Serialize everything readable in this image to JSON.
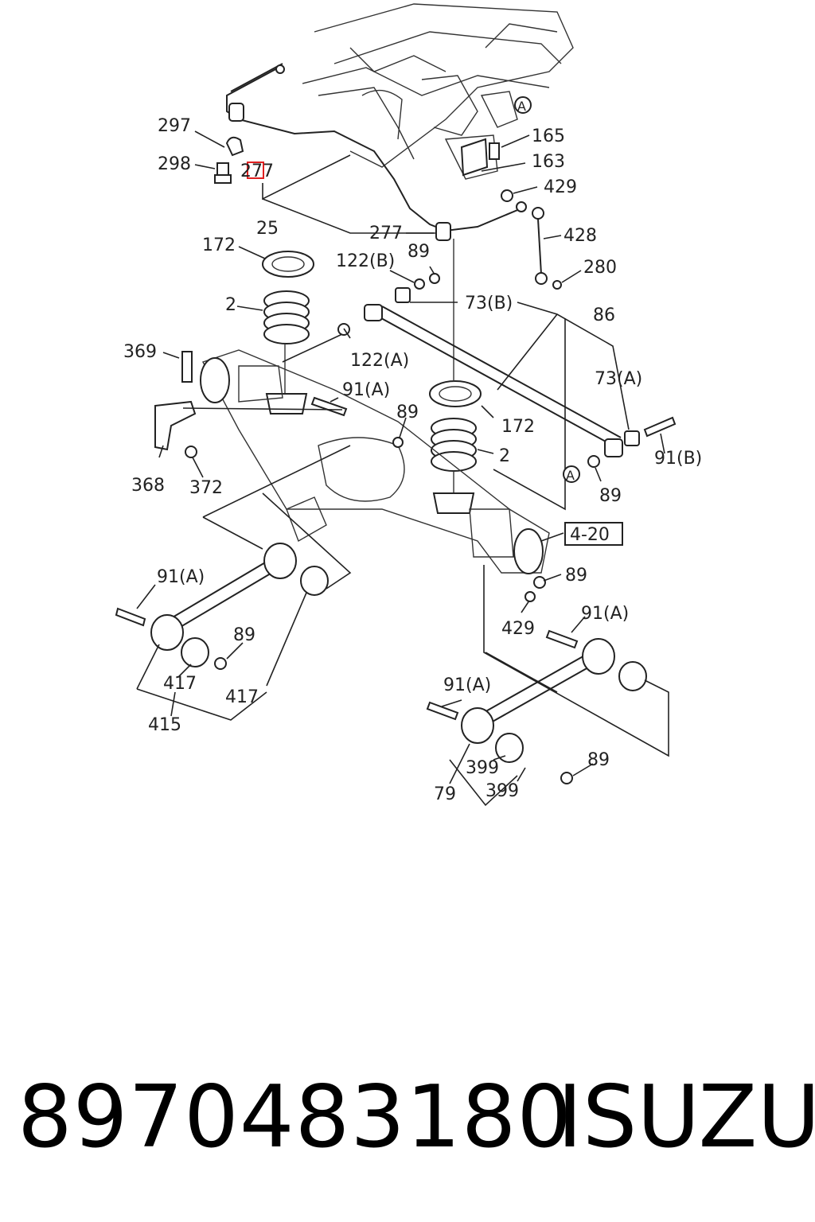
{
  "diagram": {
    "callouts": [
      "297",
      "298",
      "277",
      "165",
      "163",
      "429",
      "25",
      "277",
      "428",
      "172",
      "122(B)",
      "89",
      "280",
      "2",
      "73(B)",
      "86",
      "369",
      "122(A)",
      "91(A)",
      "73(A)",
      "89",
      "172",
      "91(B)",
      "2",
      "368",
      "372",
      "A",
      "89",
      "4-20",
      "91(A)",
      "89",
      "89",
      "429",
      "91(A)",
      "417",
      "417",
      "415",
      "91(A)",
      "399",
      "89",
      "399",
      "79",
      "A"
    ],
    "highlight_color": "#e02020"
  },
  "footer": {
    "part_number": "8970483180",
    "brand": "ISUZU"
  }
}
